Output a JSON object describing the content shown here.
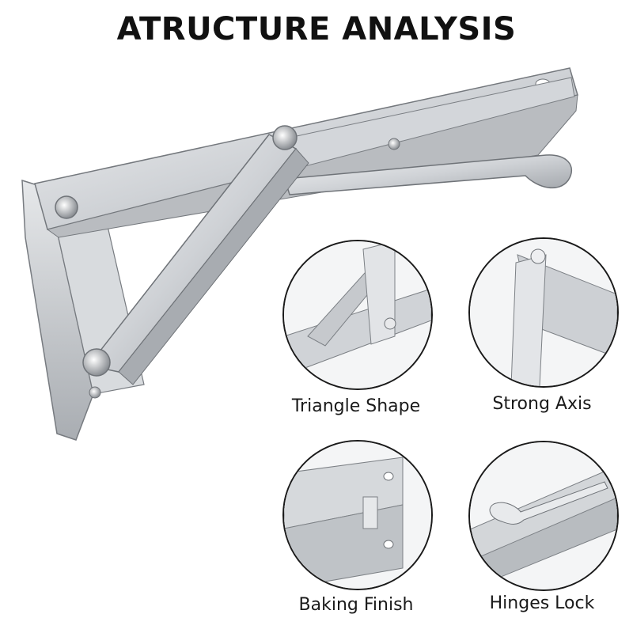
{
  "title": "ATRUCTURE ANALYSIS",
  "details": [
    {
      "caption": "Triangle Shape",
      "icon": "triangle-shape-closeup"
    },
    {
      "caption": "Strong Axis",
      "icon": "strong-axis-closeup"
    },
    {
      "caption": "Baking Finish",
      "icon": "baking-finish-closeup"
    },
    {
      "caption": "Hinges Lock",
      "icon": "hinges-lock-closeup"
    }
  ],
  "colors": {
    "steel_light": "#e9eaec",
    "steel_mid": "#c4c7cb",
    "steel_dark": "#8e9297",
    "outline": "#6f7378",
    "text": "#111111"
  }
}
